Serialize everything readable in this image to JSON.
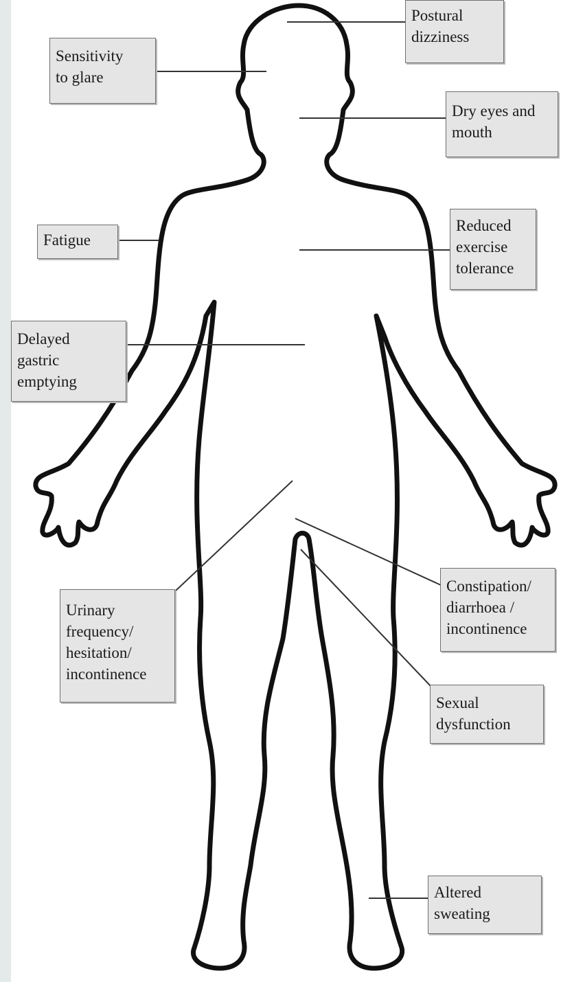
{
  "labels": {
    "postural_dizziness": [
      "Postural",
      "dizziness"
    ],
    "sensitivity_to_glare": [
      "Sensitivity",
      "to glare"
    ],
    "dry_eyes_and_mouth": [
      "Dry eyes and",
      "mouth"
    ],
    "fatigue": [
      "Fatigue"
    ],
    "reduced_exercise_tolerance": [
      "Reduced",
      "exercise",
      "tolerance"
    ],
    "delayed_gastric_emptying": [
      "Delayed",
      "gastric",
      "emptying"
    ],
    "urinary_frequency": [
      "Urinary",
      "frequency/",
      "hesitation/",
      "incontinence"
    ],
    "constipation_diarrhoea": [
      "Constipation/",
      "diarrhoea /",
      "incontinence"
    ],
    "sexual_dysfunction": [
      "Sexual",
      "dysfunction"
    ],
    "altered_sweating": [
      "Altered",
      "sweating"
    ]
  },
  "colors": {
    "label_fill": "#e5e5e5",
    "label_border": "#6f6f6f",
    "body_outline": "#111111",
    "leader_line": "#333333",
    "left_strip": "#e4e9ea"
  }
}
